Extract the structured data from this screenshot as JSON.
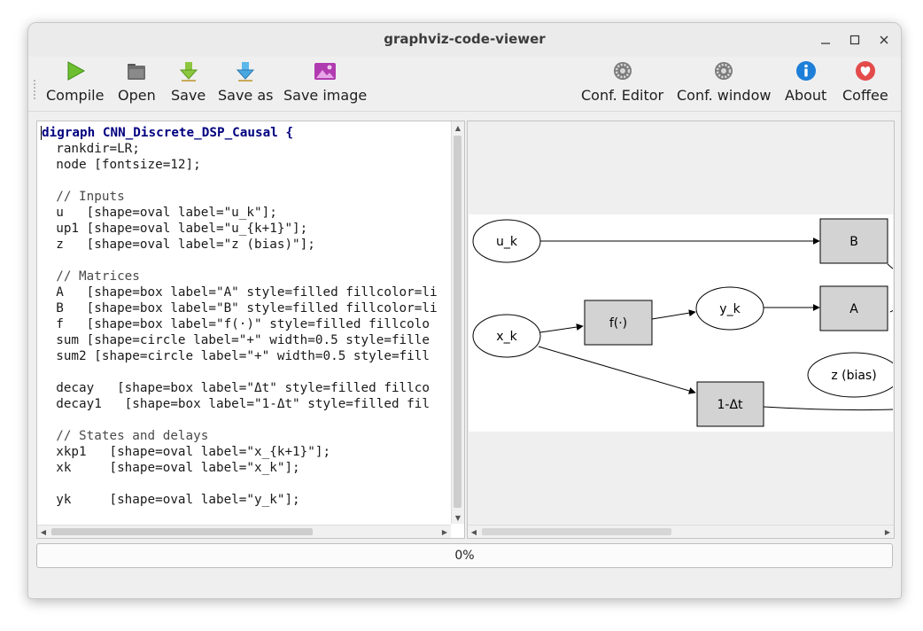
{
  "window": {
    "title": "graphviz-code-viewer"
  },
  "toolbar": {
    "compile": "Compile",
    "open": "Open",
    "save": "Save",
    "save_as": "Save as",
    "save_image": "Save image",
    "conf_editor": "Conf. Editor",
    "conf_window": "Conf. window",
    "about": "About",
    "coffee": "Coffee"
  },
  "editor": {
    "lines": [
      "digraph CNN_Discrete_DSP_Causal {",
      "  rankdir=LR;",
      "  node [fontsize=12];",
      "",
      "  // Inputs",
      "  u   [shape=oval label=\"u_k\"];",
      "  up1 [shape=oval label=\"u_{k+1}\"];",
      "  z   [shape=oval label=\"z (bias)\"];",
      "",
      "  // Matrices",
      "  A   [shape=box label=\"A\" style=filled fillcolor=li",
      "  B   [shape=box label=\"B\" style=filled fillcolor=li",
      "  f   [shape=box label=\"f(·)\" style=filled fillcolo",
      "  sum [shape=circle label=\"+\" width=0.5 style=fille",
      "  sum2 [shape=circle label=\"+\" width=0.5 style=fill",
      "",
      "  decay   [shape=box label=\"Δt\" style=filled fillco",
      "  decay1   [shape=box label=\"1-Δt\" style=filled fil",
      "",
      "  // States and delays",
      "  xkp1   [shape=oval label=\"x_{k+1}\"];",
      "  xk     [shape=oval label=\"x_k\"];",
      "",
      "  yk     [shape=oval label=\"y_k\"];"
    ]
  },
  "graph": {
    "nodes": {
      "u_k": "u_k",
      "x_k": "x_k",
      "f": "f(·)",
      "y_k": "y_k",
      "B": "B",
      "A": "A",
      "z": "z (bias)",
      "decay1": "1-Δt"
    },
    "box_fill": "#d3d3d3"
  },
  "status": {
    "progress_text": "0%"
  },
  "colors": {
    "compile": "#6cbf2e",
    "save": "#8cc63f",
    "save_as": "#4aa8e0",
    "save_image": "#b03ab0",
    "about": "#1e7fd8",
    "coffee": "#e34b4b"
  }
}
